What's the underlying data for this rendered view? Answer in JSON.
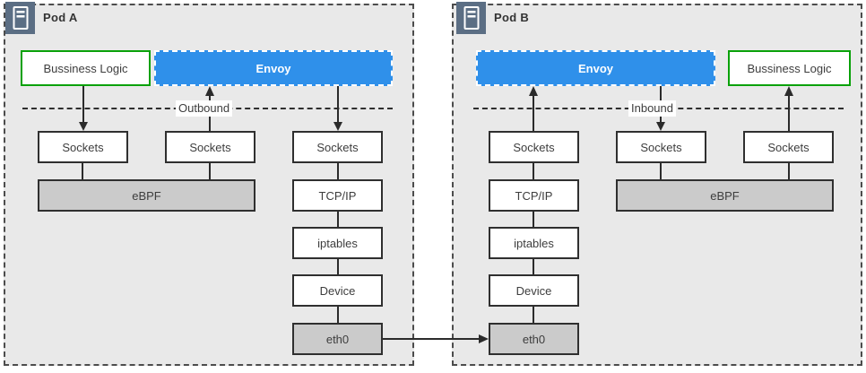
{
  "pods": [
    {
      "title": "Pod A",
      "boundary_label": "Outbound",
      "nodes": {
        "business_logic": "Bussiness Logic",
        "envoy": "Envoy",
        "sockets_left": "Sockets",
        "sockets_mid": "Sockets",
        "sockets_right": "Sockets",
        "ebpf": "eBPF",
        "tcpip": "TCP/IP",
        "iptables": "iptables",
        "device": "Device",
        "eth0": "eth0"
      }
    },
    {
      "title": "Pod B",
      "boundary_label": "Inbound",
      "nodes": {
        "business_logic": "Bussiness Logic",
        "envoy": "Envoy",
        "sockets_left": "Sockets",
        "sockets_mid": "Sockets",
        "sockets_right": "Sockets",
        "ebpf": "eBPF",
        "tcpip": "TCP/IP",
        "iptables": "iptables",
        "device": "Device",
        "eth0": "eth0"
      }
    }
  ],
  "edges": [
    "PodA: Bussiness Logic -> Sockets (down arrow)",
    "PodA: Sockets (mid) -> Envoy (up arrow, crosses Outbound line)",
    "PodA: Envoy -> Sockets (right, down arrow)",
    "PodA: Sockets left/mid -> eBPF",
    "PodA: Sockets right -> TCP/IP -> iptables -> Device -> eth0",
    "PodA eth0 -> PodB eth0 (right arrow)",
    "PodB: eth0 -> Device -> iptables -> TCP/IP -> Sockets (left)",
    "PodB: Sockets (left) -> Envoy (up arrow, crosses Inbound line)",
    "PodB: Envoy -> Sockets (mid, down arrow)",
    "PodB: Sockets mid/right -> eBPF",
    "PodB: Sockets (right) -> Bussiness Logic (up arrow)"
  ],
  "colors": {
    "envoy_blue": "#2f90ea",
    "business_logic_green": "#09a109",
    "node_gray": "#cbcbcb",
    "pod_background": "#e9e9e9",
    "pod_icon_slate": "#5b6e84",
    "line_dark": "#2b2b2b"
  }
}
